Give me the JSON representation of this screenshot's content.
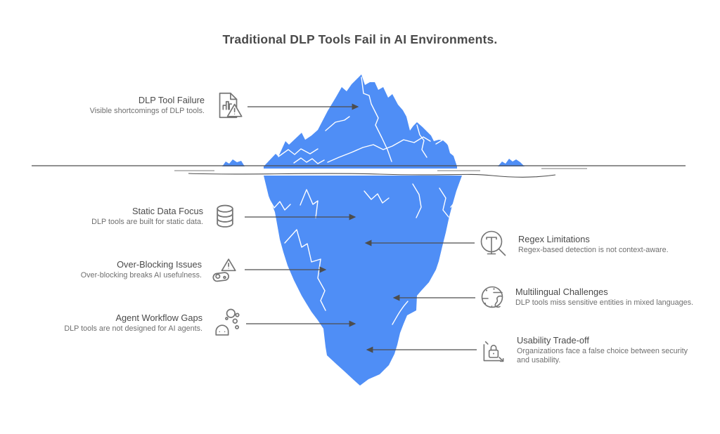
{
  "title": "Traditional DLP Tools Fail in AI Environments.",
  "colors": {
    "iceberg": "#4F8EF6",
    "line": "#4d4d4d",
    "wave": "#7a7a7a",
    "crack": "#ffffff",
    "icon": "#757575"
  },
  "labels": {
    "left": [
      {
        "title": "DLP Tool Failure",
        "subtitle": "Visible shortcomings of DLP tools.",
        "icon": "document-chart-warning-icon"
      },
      {
        "title": "Static Data Focus",
        "subtitle": "DLP tools are built for static data.",
        "icon": "database-icon"
      },
      {
        "title": "Over-Blocking Issues",
        "subtitle": "Over-blocking breaks AI usefulness.",
        "icon": "warning-toggle-icon"
      },
      {
        "title": "Agent Workflow Gaps",
        "subtitle": "DLP tools are not designed for AI agents.",
        "icon": "agent-bubbles-icon"
      }
    ],
    "right": [
      {
        "title": "Regex Limitations",
        "subtitle": "Regex-based detection is not context-aware.",
        "icon": "regex-search-icon"
      },
      {
        "title": "Multilingual Challenges",
        "subtitle": "DLP tools miss sensitive entities in mixed languages.",
        "icon": "globe-icon"
      },
      {
        "title": "Usability Trade-off",
        "subtitle": "Organizations face a false choice between security and usability.",
        "icon": "lock-tradeoff-icon"
      }
    ]
  }
}
